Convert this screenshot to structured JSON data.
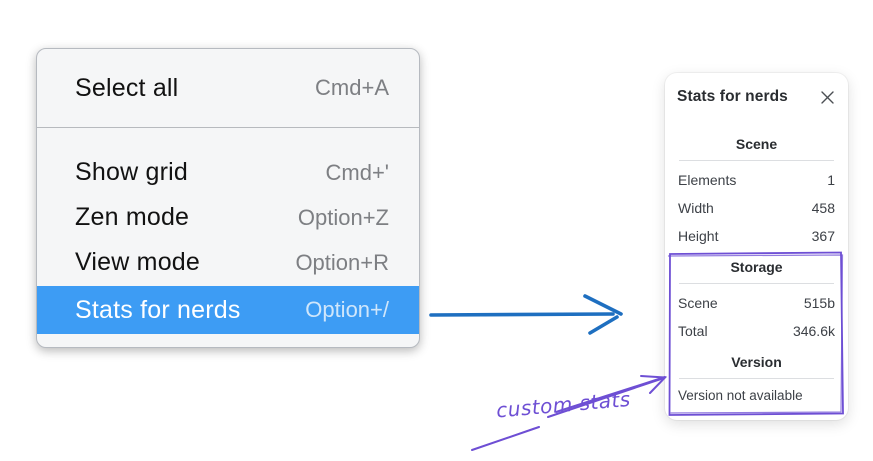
{
  "menu": {
    "items": [
      {
        "label": "Select all",
        "shortcut": "Cmd+A",
        "highlighted": false
      },
      {
        "label": "Show grid",
        "shortcut": "Cmd+'",
        "highlighted": false
      },
      {
        "label": "Zen mode",
        "shortcut": "Option+Z",
        "highlighted": false
      },
      {
        "label": "View mode",
        "shortcut": "Option+R",
        "highlighted": false
      },
      {
        "label": "Stats for nerds",
        "shortcut": "Option+/",
        "highlighted": true
      }
    ]
  },
  "stats_panel": {
    "title": "Stats for nerds",
    "icons": {
      "close_icon": "✕"
    },
    "scene_section": {
      "heading": "Scene",
      "rows": [
        {
          "label": "Elements",
          "value": "1"
        },
        {
          "label": "Width",
          "value": "458"
        },
        {
          "label": "Height",
          "value": "367"
        }
      ]
    },
    "storage_section": {
      "heading": "Storage",
      "rows": [
        {
          "label": "Scene",
          "value": "515b"
        },
        {
          "label": "Total",
          "value": "346.6k"
        }
      ]
    },
    "version_section": {
      "heading": "Version",
      "note": "Version not available"
    }
  },
  "annotation": {
    "label": "custom stats"
  },
  "colors": {
    "menu_highlight": "#3d9cf4",
    "arrow_blue": "#1e6fc0",
    "annotation_purple": "#6e4fd4"
  }
}
